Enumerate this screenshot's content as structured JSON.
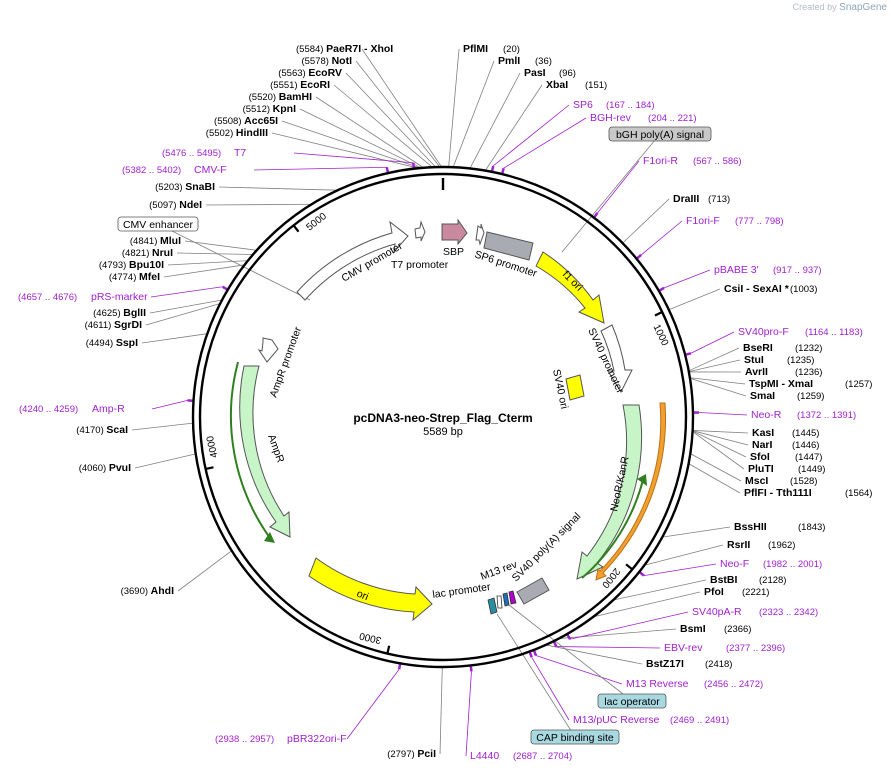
{
  "brand": {
    "prefix": "Created by",
    "name": "SnapGene"
  },
  "plasmid": {
    "name": "pcDNA3-neo-Strep_Flag_Cterm",
    "length": "5589 bp"
  },
  "ticks": [
    "1000",
    "2000",
    "3000",
    "4000",
    "5000"
  ],
  "sites_left": [
    {
      "pos": "(5584)",
      "name": "PaeR7I",
      "extra": "- XhoI"
    },
    {
      "pos": "(5578)",
      "name": "NotI"
    },
    {
      "pos": "(5563)",
      "name": "EcoRV"
    },
    {
      "pos": "(5551)",
      "name": "EcoRI"
    },
    {
      "pos": "(5520)",
      "name": "BamHI"
    },
    {
      "pos": "(5512)",
      "name": "KpnI"
    },
    {
      "pos": "(5508)",
      "name": "Acc65I"
    },
    {
      "pos": "(5502)",
      "name": "HindIII"
    },
    {
      "pos": "(5203)",
      "name": "SnaBI"
    },
    {
      "pos": "(5097)",
      "name": "NdeI"
    },
    {
      "pos": "(4841)",
      "name": "MluI"
    },
    {
      "pos": "(4821)",
      "name": "NruI"
    },
    {
      "pos": "(4793)",
      "name": "Bpu10I"
    },
    {
      "pos": "(4774)",
      "name": "MfeI"
    },
    {
      "pos": "(4625)",
      "name": "BglII"
    },
    {
      "pos": "(4611)",
      "name": "SgrDI"
    },
    {
      "pos": "(4494)",
      "name": "SspI"
    },
    {
      "pos": "(4170)",
      "name": "ScaI"
    },
    {
      "pos": "(4060)",
      "name": "PvuI"
    },
    {
      "pos": "(3690)",
      "name": "AhdI"
    },
    {
      "pos": "(2797)",
      "name": "PciI"
    }
  ],
  "sites_right": [
    {
      "name": "PflMI",
      "pos": "(20)"
    },
    {
      "name": "PmlI",
      "pos": "(36)"
    },
    {
      "name": "PasI",
      "pos": "(96)"
    },
    {
      "name": "XbaI",
      "pos": "(151)"
    },
    {
      "name": "DraIII",
      "pos": "(713)"
    },
    {
      "name": "CsiI",
      "extra": "- SexAI *",
      "pos": "(1003)"
    },
    {
      "name": "BseRI",
      "pos": "(1232)"
    },
    {
      "name": "StuI",
      "pos": "(1235)"
    },
    {
      "name": "AvrII",
      "pos": "(1236)"
    },
    {
      "name": "TspMI",
      "extra": "- XmaI",
      "pos": "(1257)"
    },
    {
      "name": "SmaI",
      "pos": "(1259)"
    },
    {
      "name": "KasI",
      "pos": "(1445)"
    },
    {
      "name": "NarI",
      "pos": "(1446)"
    },
    {
      "name": "SfoI",
      "pos": "(1447)"
    },
    {
      "name": "PluTI",
      "pos": "(1449)"
    },
    {
      "name": "MscI",
      "pos": "(1528)"
    },
    {
      "name": "PflFI",
      "extra": "- Tth111I",
      "pos": "(1564)"
    },
    {
      "name": "BssHII",
      "pos": "(1843)"
    },
    {
      "name": "RsrII",
      "pos": "(1962)"
    },
    {
      "name": "BstBI",
      "pos": "(2128)"
    },
    {
      "name": "PfoI",
      "pos": "(2221)"
    },
    {
      "name": "BsmI",
      "pos": "(2366)"
    },
    {
      "name": "BstZ17I",
      "pos": "(2418)"
    }
  ],
  "primers": [
    {
      "name": "SP6",
      "range": "(167 .. 184)"
    },
    {
      "name": "BGH-rev",
      "range": "(204 .. 221)"
    },
    {
      "name": "F1ori-R",
      "range": "(567 .. 586)"
    },
    {
      "name": "F1ori-F",
      "range": "(777 .. 798)"
    },
    {
      "name": "pBABE 3'",
      "range": "(917 .. 937)"
    },
    {
      "name": "SV40pro-F",
      "range": "(1164 .. 1183)"
    },
    {
      "name": "Neo-R",
      "range": "(1372 .. 1391)"
    },
    {
      "name": "Neo-F",
      "range": "(1982 .. 2001)"
    },
    {
      "name": "SV40pA-R",
      "range": "(2323 .. 2342)"
    },
    {
      "name": "EBV-rev",
      "range": "(2377 .. 2396)"
    },
    {
      "name": "M13 Reverse",
      "range": "(2456 .. 2472)"
    },
    {
      "name": "M13/pUC Reverse",
      "range": "(2469 .. 2491)"
    },
    {
      "name": "L4440",
      "range": "(2687 .. 2704)"
    },
    {
      "name": "pBR322ori-F",
      "range": "(2938 .. 2957)"
    },
    {
      "name": "Amp-R",
      "range": "(4240 .. 4259)"
    },
    {
      "name": "pRS-marker",
      "range": "(4657 .. 4676)"
    },
    {
      "name": "CMV-F",
      "range": "(5382 .. 5402)"
    },
    {
      "name": "T7",
      "range": "(5476 .. 5495)"
    }
  ],
  "boxed": [
    "bGH poly(A) signal",
    "CMV enhancer",
    "lac operator",
    "CAP binding site"
  ],
  "features": [
    "CMV promoter",
    "T7 promoter",
    "SBP",
    "SP6 promoter",
    "f1 ori",
    "SV40 promoter",
    "SV40 ori",
    "NeoR/KanR",
    "SV40 poly(A) signal",
    "M13 rev",
    "lac promoter",
    "ori",
    "AmpR",
    "AmpR promoter"
  ],
  "colors": {
    "primer": "#a020d0",
    "yellow": "#ffff00",
    "green": "#c8f5c8",
    "gray": "#a8acb2",
    "pink": "#c98aa0",
    "orange": "#f0a030",
    "boxGray": "#c8c8c8",
    "boxBlue": "#a8d8e0"
  }
}
